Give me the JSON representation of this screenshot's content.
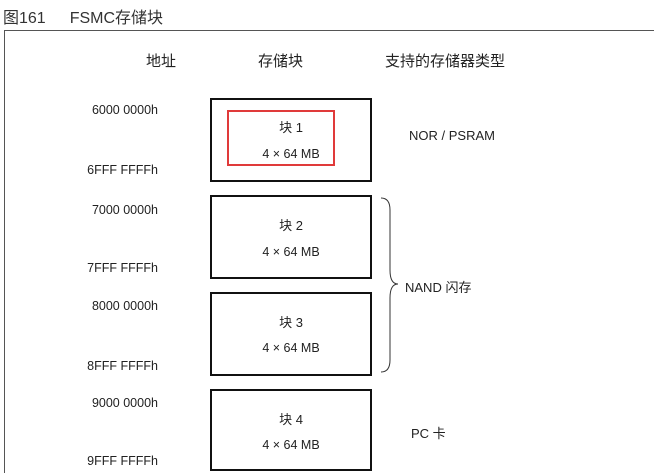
{
  "figure": {
    "number": "图161",
    "title": "FSMC存储块"
  },
  "headers": {
    "address": "地址",
    "block": "存储块",
    "types": "支持的存储器类型"
  },
  "blocks": [
    {
      "name": "块 1",
      "size": "4 × 64 MB",
      "start": "6000 0000h",
      "end": "6FFF FFFFh"
    },
    {
      "name": "块 2",
      "size": "4 × 64 MB",
      "start": "7000 0000h",
      "end": "7FFF FFFFh"
    },
    {
      "name": "块 3",
      "size": "4 × 64 MB",
      "start": "8000 0000h",
      "end": "8FFF FFFFh"
    },
    {
      "name": "块 4",
      "size": "4 × 64 MB",
      "start": "9000 0000h",
      "end": "9FFF FFFFh"
    }
  ],
  "types": {
    "nor": "NOR / PSRAM",
    "nand": "NAND 闪存",
    "pc": "PC 卡"
  },
  "highlight_color": "#e03a3a"
}
